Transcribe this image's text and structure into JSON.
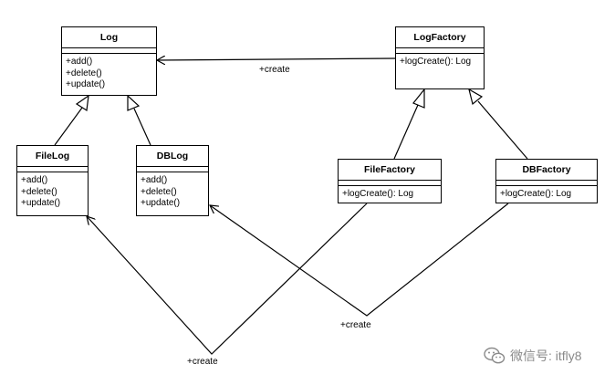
{
  "classes": {
    "log": {
      "name": "Log",
      "ops": [
        "+add()",
        "+delete()",
        "+update()"
      ]
    },
    "file_log": {
      "name": "FileLog",
      "ops": [
        "+add()",
        "+delete()",
        "+update()"
      ]
    },
    "db_log": {
      "name": "DBLog",
      "ops": [
        "+add()",
        "+delete()",
        "+update()"
      ]
    },
    "log_factory": {
      "name": "LogFactory",
      "ops": [
        "+logCreate(): Log"
      ]
    },
    "file_factory": {
      "name": "FileFactory",
      "ops": [
        "+logCreate(): Log"
      ]
    },
    "db_factory": {
      "name": "DBFactory",
      "ops": [
        "+logCreate(): Log"
      ]
    }
  },
  "relations": {
    "top_create": "+create",
    "file_create": "+create",
    "db_create": "+create"
  },
  "watermark": {
    "icon": "wechat-icon",
    "text": "微信号: itfly8"
  }
}
